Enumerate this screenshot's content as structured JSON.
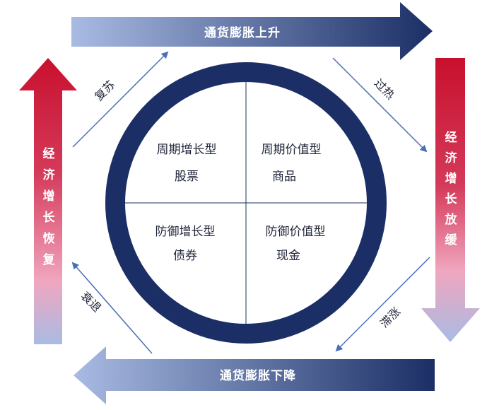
{
  "top_arrow_label": "通货膨胀上升",
  "bottom_arrow_label": "通货膨胀下降",
  "left_arrow_label": "经济增长恢复",
  "right_arrow_label": "经济增长放缓",
  "phases": {
    "recovery": "复苏",
    "overheat": "过热",
    "stagflation": "滞涨",
    "recession": "衰退"
  },
  "quadrants": {
    "top_left": {
      "title": "周期增长型",
      "asset": "股票"
    },
    "top_right": {
      "title": "周期价值型",
      "asset": "商品"
    },
    "bottom_left": {
      "title": "防御增长型",
      "asset": "债券"
    },
    "bottom_right": {
      "title": "防御价值型",
      "asset": "现金"
    }
  },
  "colors": {
    "navy": "#1b2f66",
    "blue_light": "#a9bbe3",
    "red": "#c8102e",
    "pink": "#f0a6bf"
  }
}
